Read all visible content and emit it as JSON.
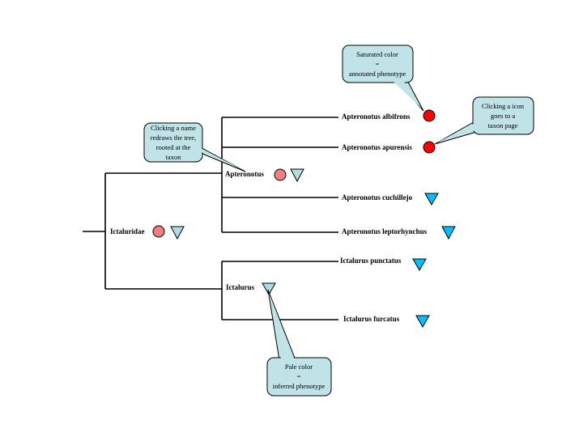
{
  "tree": {
    "root": {
      "label": "Ictaluridae",
      "phenotype": "inferred"
    },
    "clades": [
      {
        "label": "Apteronotus",
        "phenotype": "inferred"
      },
      {
        "label": "Ictalurus",
        "phenotype": "inferred"
      }
    ],
    "leaves": [
      {
        "label": "Apteronotus albifrons",
        "phenotype": "annotated"
      },
      {
        "label": "Apteronotus apurensis",
        "phenotype": "annotated"
      },
      {
        "label": "Apteronotus cuchillejo",
        "phenotype": "annotated"
      },
      {
        "label": "Apteronotus leptorhynchus",
        "phenotype": "annotated"
      },
      {
        "label": "Ictalurus punctatus",
        "phenotype": "annotated"
      },
      {
        "label": "Ictalurus furcatus",
        "phenotype": "annotated"
      }
    ]
  },
  "callouts": {
    "saturated": [
      "Saturated color",
      "=",
      "annotated phenotype"
    ],
    "icon": [
      "Clicking a icon",
      "goes to a",
      "taxon page"
    ],
    "name": [
      "Clicking a name",
      "redraws the tree,",
      "rooted at the",
      "taxon"
    ],
    "pale": [
      "Pale color",
      "=",
      "inferred phenotype"
    ]
  },
  "colors": {
    "annotated_circle": "#ff0000",
    "inferred_circle": "#f08080",
    "annotated_triangle": "#00bfff",
    "inferred_triangle": "#b0dde3",
    "callout_fill": "#bfe3e6"
  }
}
